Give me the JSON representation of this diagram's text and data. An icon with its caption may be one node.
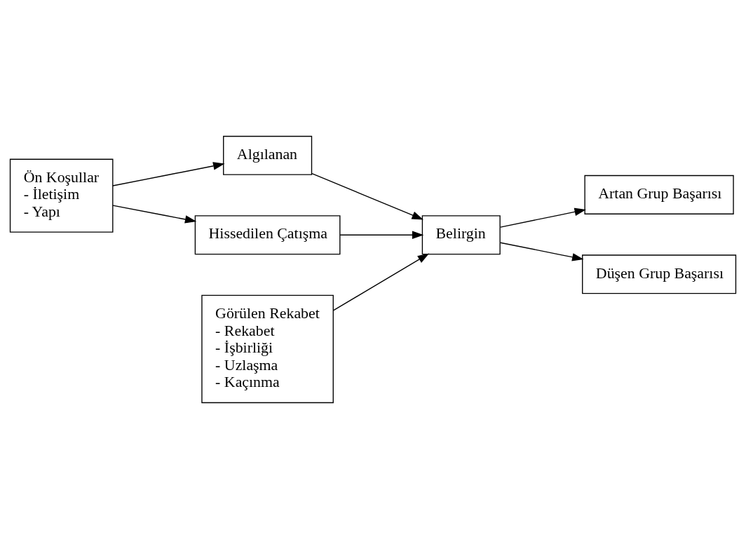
{
  "diagram": {
    "nodes": [
      {
        "text": [
          "Ön Koşullar",
          "- İletişim",
          "- Yapı"
        ]
      },
      {
        "text": [
          "Algılanan"
        ]
      },
      {
        "text": [
          "Hissedilen Çatışma"
        ]
      },
      {
        "text": [
          "Belirgin"
        ]
      },
      {
        "text": [
          "Görülen Rekabet",
          "- Rekabet",
          "- İşbirliği",
          "- Uzlaşma",
          "- Kaçınma"
        ]
      },
      {
        "text": [
          "Artan Grup Başarısı"
        ]
      },
      {
        "text": [
          "Düşen Grup Başarısı"
        ]
      }
    ],
    "edges": [
      {
        "from": 0,
        "to": 1,
        "arrow": "to"
      },
      {
        "from": 0,
        "to": 2,
        "arrow": "to"
      },
      {
        "from": 1,
        "to": 3,
        "arrow": "to"
      },
      {
        "from": 2,
        "to": 3,
        "arrow": "to"
      },
      {
        "from": 4,
        "to": 3,
        "arrow": "to"
      },
      {
        "from": 3,
        "to": 5,
        "arrow": "to"
      },
      {
        "from": 3,
        "to": 6,
        "arrow": "to"
      }
    ]
  }
}
